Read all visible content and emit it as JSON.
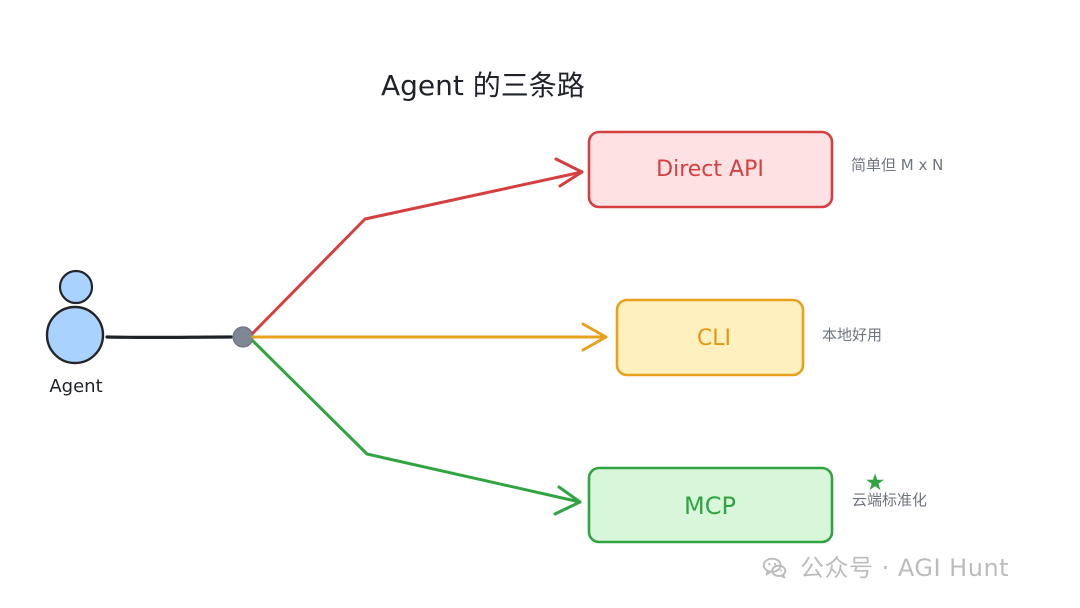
{
  "diagram": {
    "title": "Agent 的三条路",
    "agent": {
      "label": "Agent",
      "icon": "person-icon",
      "fill": "#a9d2ff",
      "stroke": "#23252b"
    },
    "hub": {
      "icon": "hub-node-icon",
      "fill": "#7f8794"
    },
    "paths": {
      "direct_api": {
        "label": "Direct API",
        "note": "简单但 M x N",
        "stroke": "#d63f3f",
        "fill": "#fde1e3",
        "text_color": "#d63f3f"
      },
      "cli": {
        "label": "CLI",
        "note": "本地好用",
        "stroke": "#e7a11d",
        "fill": "#fff0bf",
        "text_color": "#e39712"
      },
      "mcp": {
        "label": "MCP",
        "note": "云端标准化",
        "stroke": "#31a442",
        "fill": "#d8f6da",
        "text_color": "#31a442",
        "badge": "★"
      }
    },
    "watermark": {
      "icon": "wechat-icon",
      "text": "公众号 · AGI Hunt",
      "color": "#bcbcbc"
    }
  }
}
